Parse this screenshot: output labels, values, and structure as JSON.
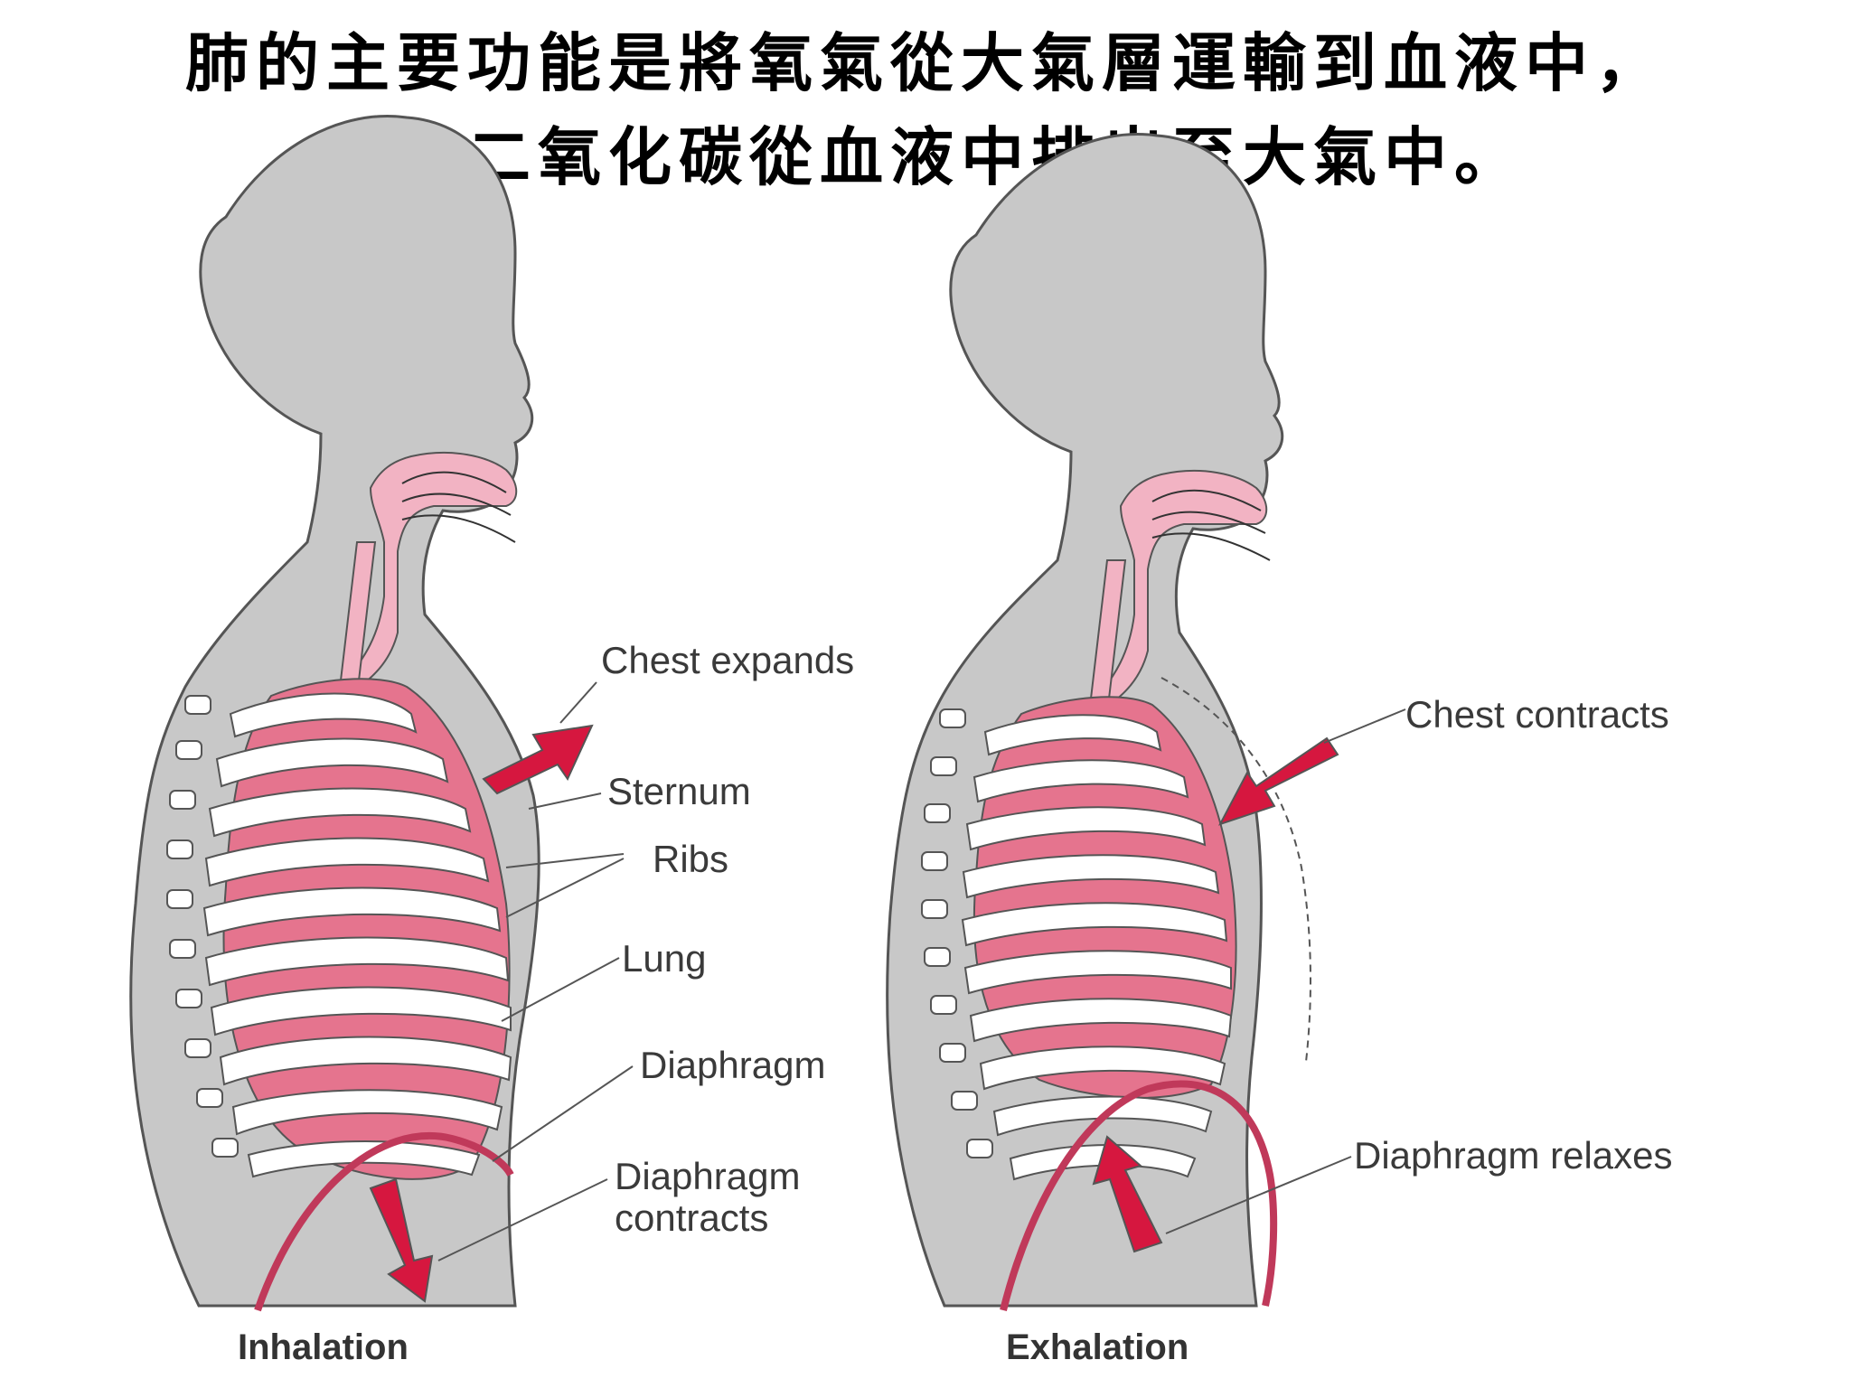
{
  "title": {
    "line1": "肺的主要功能是將氧氣從大氣層運輸到血液中，",
    "line2": "並將二氧化碳從血液中排出至大氣中。"
  },
  "inhalation": {
    "caption": "Inhalation",
    "labels": {
      "chest": "Chest expands",
      "sternum": "Sternum",
      "ribs": "Ribs",
      "lung": "Lung",
      "diaphragm": "Diaphragm",
      "diaphragm_action_1": "Diaphragm",
      "diaphragm_action_2": "contracts"
    }
  },
  "exhalation": {
    "caption": "Exhalation",
    "labels": {
      "chest": "Chest contracts",
      "diaphragm_action": "Diaphragm relaxes"
    }
  },
  "colors": {
    "body": "#c8c8c8",
    "outline": "#555555",
    "lung": "#e5748e",
    "airway": "#f2b3c3",
    "arrow": "#d6173f",
    "rib": "#ffffff"
  }
}
